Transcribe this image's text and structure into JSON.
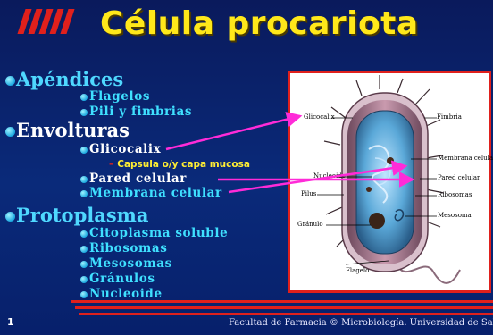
{
  "slide": {
    "title": "Célula procariota",
    "page_number": "1",
    "footer": "Facultad de Farmacia  © Microbiología. Universidad de Salamanca"
  },
  "outline": {
    "apendices": {
      "label": "Apéndices",
      "items": [
        "Flagelos",
        "Pili y fimbrias"
      ]
    },
    "envolturas": {
      "label": "Envolturas",
      "items": [
        "Glicocalix",
        "Pared celular",
        "Membrana celular"
      ],
      "sub_note": "Capsula o/y capa mucosa"
    },
    "protoplasma": {
      "label": "Protoplasma",
      "items": [
        "Citoplasma soluble",
        "Ribosomas",
        "Mesosomas",
        "Gránulos",
        "Nucleoide"
      ]
    }
  },
  "diagram": {
    "labels": {
      "glicocalix": "Glicocalix",
      "fimbria": "Fimbria",
      "membrana_celular": "Membrana celular",
      "nucleoide": "Nucleoide",
      "pared_celular": "Pared celular",
      "pilus": "Pilus",
      "ribosomas": "Ribosomas",
      "mesosoma": "Mesosoma",
      "granulo": "Gránulo",
      "flagelo": "Flagelo"
    }
  },
  "colors": {
    "background": "#0a2a7a",
    "title": "#ffe81a",
    "accent_red": "#e0201c",
    "bullet_text": "#3fe0ff",
    "highlight_text": "#ffffff",
    "arrow": "#ff2bd8",
    "note_text": "#ffee33"
  }
}
